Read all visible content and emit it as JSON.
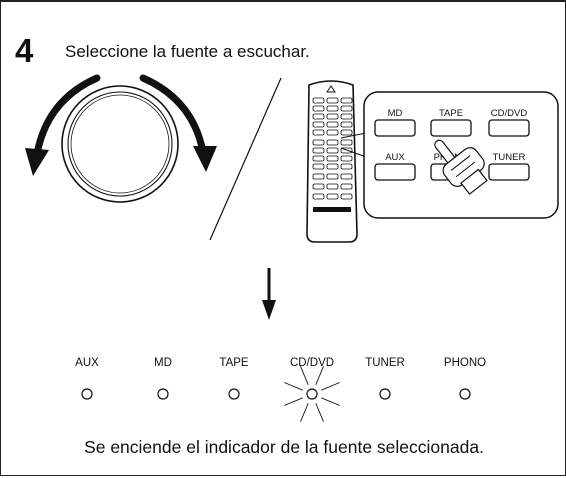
{
  "step": {
    "number": "4",
    "instruction": "Seleccione la fuente a escuchar."
  },
  "remote_buttons": [
    "MD",
    "TAPE",
    "CD/DVD",
    "AUX",
    "PHONO",
    "TUNER"
  ],
  "indicators": [
    {
      "label": "AUX",
      "lit": false
    },
    {
      "label": "MD",
      "lit": false
    },
    {
      "label": "TAPE",
      "lit": false
    },
    {
      "label": "CD/DVD",
      "lit": true
    },
    {
      "label": "TUNER",
      "lit": false
    },
    {
      "label": "PHONO",
      "lit": false
    }
  ],
  "caption": "Se enciende el indicador de la fuente seleccionada.",
  "icons": [
    "rotate-left-arrow-icon",
    "rotate-right-arrow-icon",
    "pointing-hand-icon",
    "down-arrow-icon",
    "light-burst-icon"
  ],
  "colors": {
    "ink": "#111111",
    "background": "#ffffff"
  }
}
